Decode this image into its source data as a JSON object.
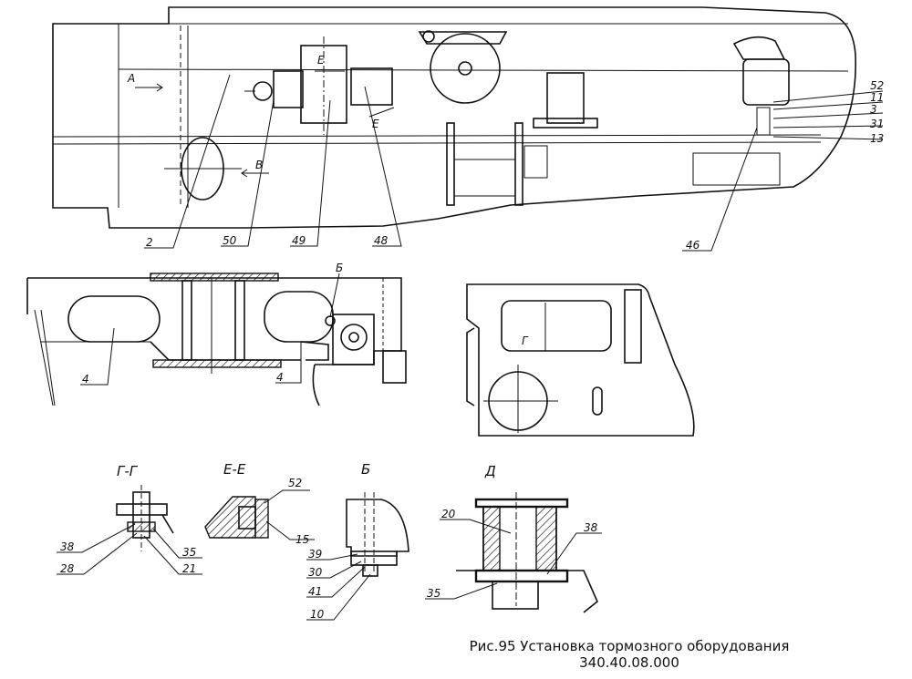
{
  "caption": {
    "title": "Рис.95 Установка тормозного оборудования",
    "code": "340.40.08.000"
  },
  "top_view": {
    "labels": [
      "2",
      "50",
      "49",
      "48",
      "46",
      "52",
      "11",
      "3",
      "31",
      "13"
    ],
    "arrows": [
      "А",
      "В",
      "Е",
      "Е"
    ]
  },
  "middle_view": {
    "labels": [
      "4",
      "4",
      "Б"
    ]
  },
  "sections": {
    "g_g": {
      "title": "Г-Г",
      "labels": [
        "38",
        "28",
        "35",
        "21"
      ]
    },
    "e_e": {
      "title": "Е-Е",
      "labels": [
        "52",
        "15"
      ]
    },
    "b": {
      "title": "Б",
      "labels": [
        "39",
        "30",
        "41",
        "10"
      ]
    },
    "d": {
      "title": "Д",
      "labels": [
        "20",
        "38",
        "35"
      ]
    },
    "side_mark": "Г"
  }
}
